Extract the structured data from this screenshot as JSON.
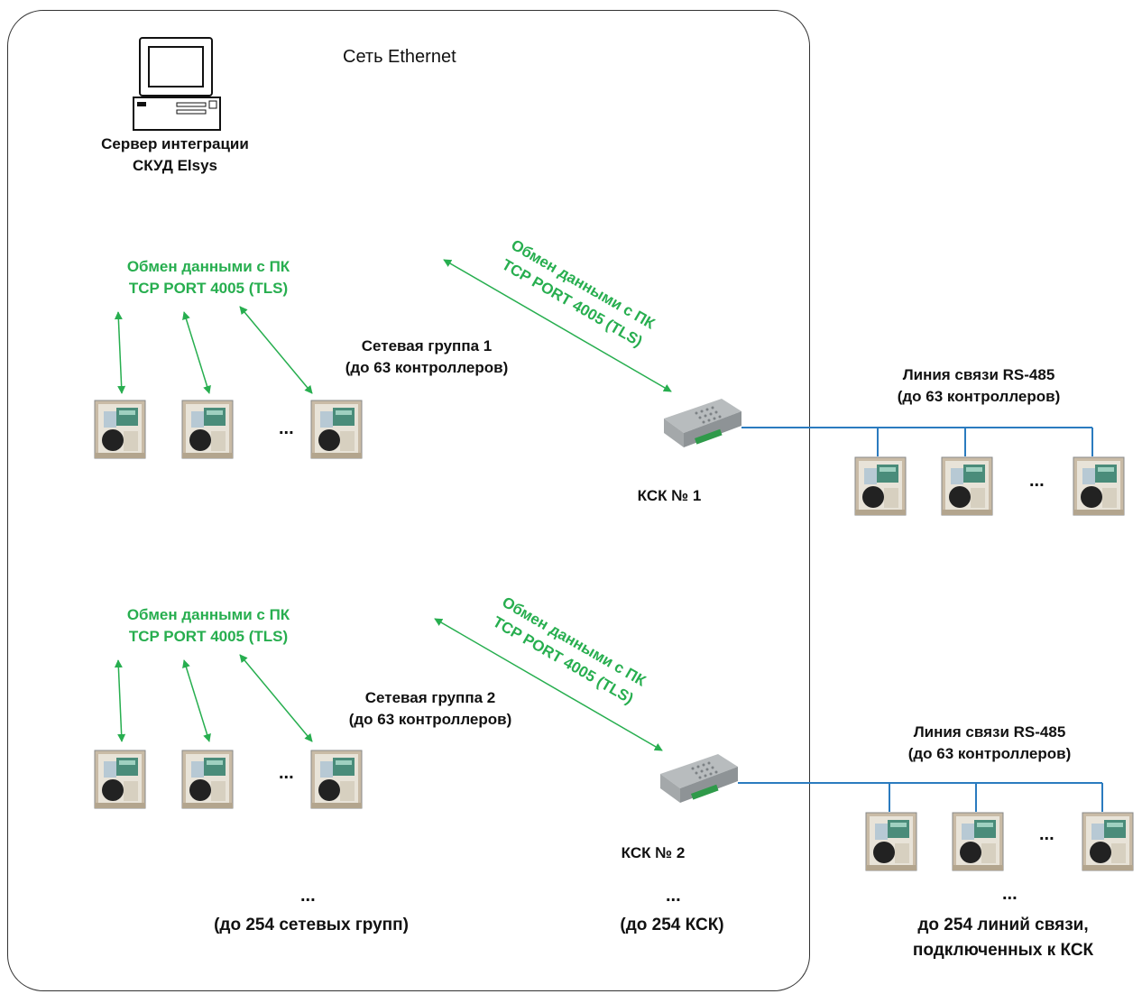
{
  "network_title": "Сеть Ethernet",
  "server": {
    "line1": "Сервер интеграции",
    "line2": "СКУД Elsys"
  },
  "exchange": {
    "line1": "Обмен данными с ПК",
    "line2": "TCP PORT 4005 (TLS)"
  },
  "group1": {
    "line1": "Сетевая группа 1",
    "line2": "(до 63 контроллеров)"
  },
  "group2": {
    "line1": "Сетевая группа 2",
    "line2": "(до 63 контроллеров)"
  },
  "ksk1": "КСК № 1",
  "ksk2": "КСК № 2",
  "rs485": {
    "line1": "Линия связи RS-485",
    "line2": "(до 63 контроллеров)"
  },
  "ellipsis": "...",
  "footer": {
    "groups": "(до 254 сетевых групп)",
    "ksk": "(до 254 КСК)",
    "lines_1": "до 254 линий связи,",
    "lines_2": "подключенных к КСК"
  },
  "colors": {
    "exchange": "#27ae4f",
    "rs485_line": "#2b7bbf",
    "border": "#333333"
  }
}
